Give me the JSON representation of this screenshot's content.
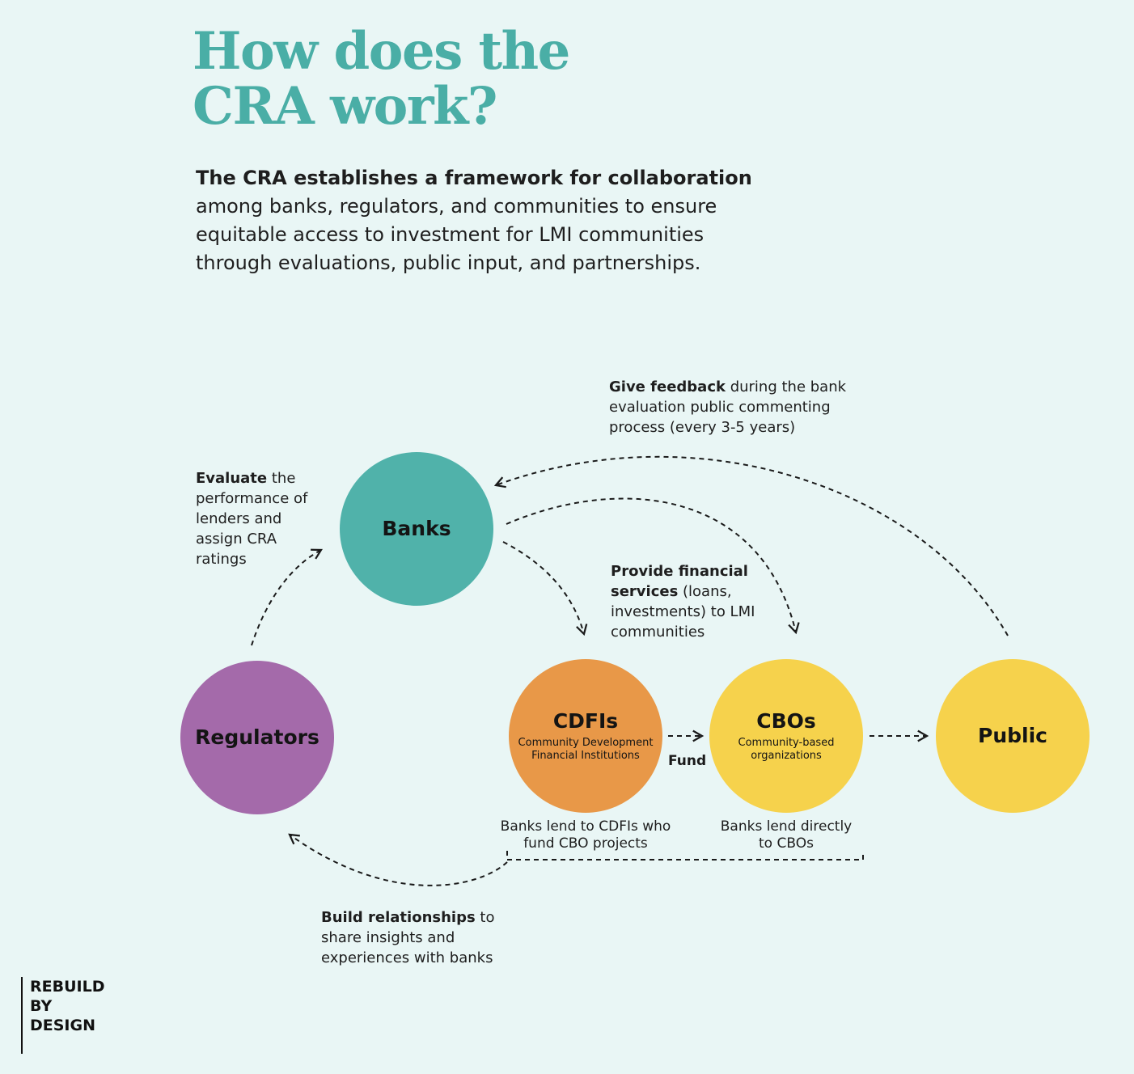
{
  "title": {
    "line1": "How does the",
    "line2": "CRA work?"
  },
  "intro": {
    "bold": "The CRA establishes a framework for collaboration",
    "rest": " among banks, regulators, and communities to ensure equitable access to investment for LMI communities through evaluations, public input, and partnerships."
  },
  "nodes": {
    "banks": {
      "name": "Banks",
      "color": "#50b2aa"
    },
    "regulators": {
      "name": "Regulators",
      "color": "#a46aaa"
    },
    "cdfis": {
      "name": "CDFIs",
      "sub1": "Community Development",
      "sub2": "Financial Institutions",
      "color": "#e89848"
    },
    "cbos": {
      "name": "CBOs",
      "sub1": "Community-based",
      "sub2": "organizations",
      "color": "#f6d24c"
    },
    "public": {
      "name": "Public",
      "color": "#f6d24c"
    }
  },
  "notes": {
    "feedback": {
      "bold": "Give feedback",
      "rest": " during the bank evaluation public commenting process (every 3-5 years)"
    },
    "evaluate": {
      "bold": "Evaluate",
      "rest": " the performance of lenders and assign CRA ratings"
    },
    "provide": {
      "bold": "Provide financial services",
      "rest": " (loans, investments) to LMI communities"
    },
    "fund": "Fund",
    "cdfi_lend": {
      "line1": "Banks lend to CDFIs who",
      "line2": "fund CBO projects"
    },
    "cbo_lend": {
      "line1": "Banks lend directly",
      "line2": "to CBOs"
    },
    "build": {
      "bold": "Build relationships",
      "rest": " to share insights and experiences with banks"
    }
  },
  "logo": {
    "line1": "REBUILD",
    "line2": "BY",
    "line3": "DESIGN"
  }
}
